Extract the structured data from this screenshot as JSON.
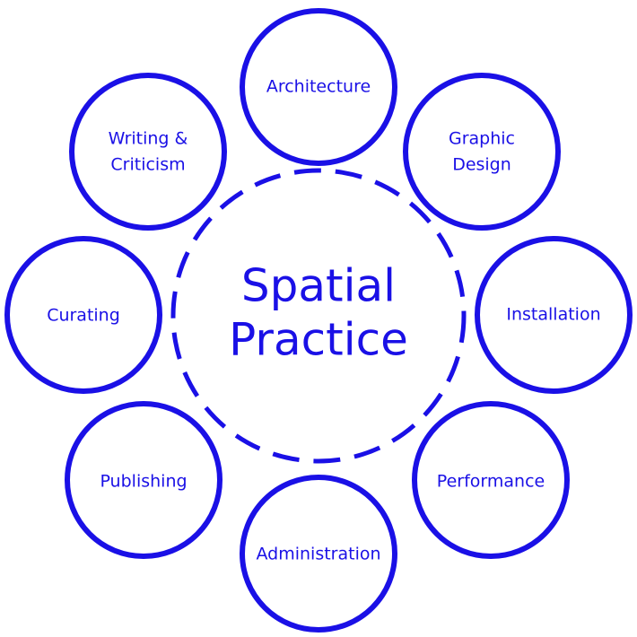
{
  "colors": {
    "accent": "#1a10e6",
    "background": "#ffffff"
  },
  "center": {
    "line1": "Spatial",
    "line2": "Practice"
  },
  "nodes": [
    {
      "id": "architecture",
      "lines": [
        "Architecture"
      ]
    },
    {
      "id": "graphic-design",
      "lines": [
        "Graphic",
        "Design"
      ]
    },
    {
      "id": "installation",
      "lines": [
        "Installation"
      ]
    },
    {
      "id": "performance",
      "lines": [
        "Performance"
      ]
    },
    {
      "id": "administration",
      "lines": [
        "Administration"
      ]
    },
    {
      "id": "publishing",
      "lines": [
        "Publishing"
      ]
    },
    {
      "id": "curating",
      "lines": [
        "Curating"
      ]
    },
    {
      "id": "writing-criticism",
      "lines": [
        "Writing &",
        "Criticism"
      ]
    }
  ]
}
